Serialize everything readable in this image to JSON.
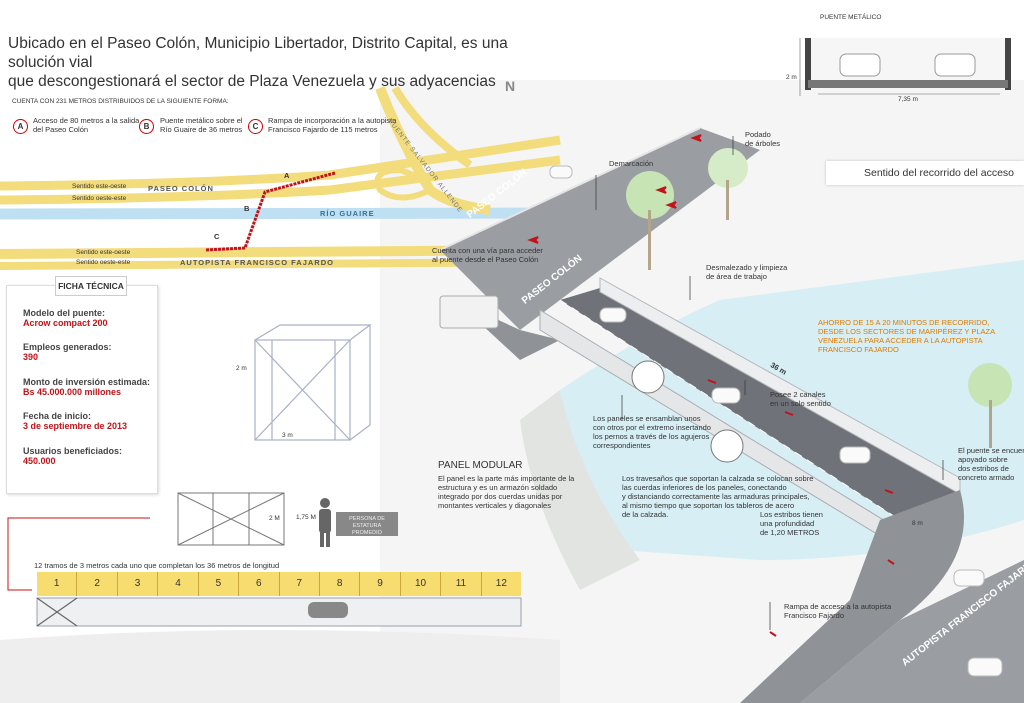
{
  "header": {
    "title_line1": "Ubicado en el Paseo Colón, Municipio Libertador, Distrito Capital, es una solución vial",
    "title_line2": "que descongestionará el sector de Plaza Venezuela y sus adyacencias"
  },
  "intro": "CUENTA CON 231 METROS DISTRIBUIDOS DE LA SIGUIENTE FORMA:",
  "segments": [
    {
      "letter": "A",
      "text_line1": "Acceso de 80 metros a la salida",
      "text_line2": "del Paseo Colón"
    },
    {
      "letter": "B",
      "text_line1": "Puente metálico sobre el",
      "text_line2": "Río Guaire de 36 metros"
    },
    {
      "letter": "C",
      "text_line1": "Rampa de incorporación a la autopista",
      "text_line2": "Francisco Fajardo de 115 metros"
    }
  ],
  "map": {
    "north": "N",
    "puente_allende": "PUENTE SALVADOR ALLENDE",
    "paseo_colon": "PASEO COLÓN",
    "rio_guaire": "RÍO GUAIRE",
    "autopista": "AUTOPISTA FRANCISCO FAJARDO",
    "dir1": "Sentido este-oeste",
    "dir2": "Sentido oeste-este",
    "dir3": "Sentido este-oeste",
    "dir4": "Sentido oeste-este",
    "label_a": "A",
    "label_b": "B",
    "label_c": "C"
  },
  "ficha": {
    "heading": "FICHA TÉCNICA",
    "items": [
      {
        "label": "Modelo del puente:",
        "value": "Acrow compact 200"
      },
      {
        "label": "Empleos generados:",
        "value": "390"
      },
      {
        "label": "Monto de inversión estimada:",
        "value": "Bs 45.000.000 millones"
      },
      {
        "label": "Fecha de inicio:",
        "value": "3 de septiembre de 2013"
      },
      {
        "label": "Usuarios beneficiados:",
        "value": "450.000"
      }
    ]
  },
  "panel": {
    "dim_height": "2 m",
    "dim_width": "3 m",
    "heading": "PANEL MODULAR",
    "desc": [
      "El panel es la parte más importante de la",
      "estructura y es un armazón soldado",
      "integrado por dos cuerdas unidas por",
      "montantes verticales y diagonales"
    ],
    "dim_2m": "2 M",
    "person_height": "1,75 M",
    "person_label_line1": "PERSONA DE",
    "person_label_line2": "ESTATURA",
    "person_label_line3": "PROMEDIO"
  },
  "tramos": {
    "caption": "12 tramos de 3 metros cada uno que completan los 36 metros de longitud",
    "numbers": [
      "1",
      "2",
      "3",
      "4",
      "5",
      "6",
      "7",
      "8",
      "9",
      "10",
      "11",
      "12"
    ]
  },
  "puente_metalico": {
    "title": "PUENTE METÁLICO",
    "height": "2 m",
    "width": "7,35 m"
  },
  "legend": {
    "text": "Sentido del recorrido del acceso",
    "color": "#c0141a"
  },
  "main": {
    "paseo_colon_1": "PASEO COLÓN",
    "paseo_colon_2": "PASEO COLÓN",
    "autopista": "AUTOPISTA FRANCISCO FAJARDO",
    "length_36": "36 m",
    "width_8": "8 m",
    "demarcacion": "Demarcación",
    "podado_l1": "Podado",
    "podado_l2": "de árboles",
    "via_l1": "Cuenta con una vía para acceder",
    "via_l2": "al puente desde el Paseo Colón",
    "desmalezado_l1": "Desmalezado y limpieza",
    "desmalezado_l2": "de área de trabajo",
    "ahorro": [
      "AHORRO DE 15 A 20 MINUTOS DE RECORRIDO,",
      "DESDE LOS SECTORES DE MARIPÉREZ Y PLAZA",
      "VENEZUELA PARA ACCEDER A LA AUTOPISTA",
      "FRANCISCO FAJARDO"
    ],
    "canales_l1": "Posee  2 canales",
    "canales_l2": "en un solo sentido",
    "paneles": [
      "Los paneles se ensamblan unos",
      "con otros por el extremo insertando",
      "los pernos a través de los agujeros",
      "correspondientes"
    ],
    "apoyado": [
      "El puente se encuentra",
      "apoyado sobre",
      "dos estribos de",
      "concreto armado"
    ],
    "travesanos": [
      "Los travesaños que soportan la calzada se colocan sobre",
      "las cuerdas inferiores de los paneles, conectando",
      "y distanciando correctamente las armaduras principales,",
      "al mismo tiempo que soportan los tableros de acero",
      "de la calzada."
    ],
    "estribos": [
      "Los estribos tienen",
      "una profundidad",
      "de 1,20 METROS"
    ],
    "rampa_l1": "Rampa de acceso a la autopista",
    "rampa_l2": "Francisco Fajardo"
  }
}
